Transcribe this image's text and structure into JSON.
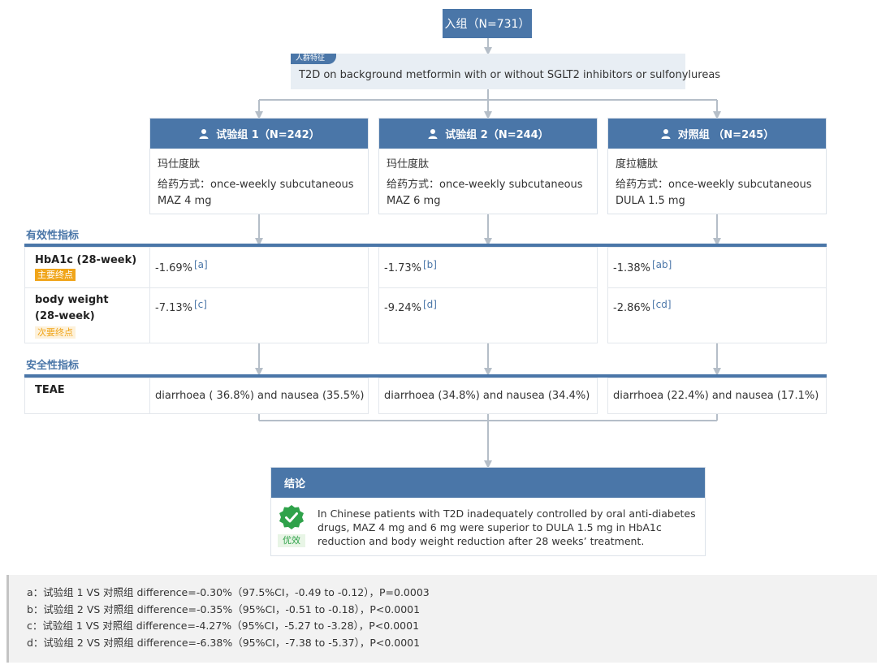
{
  "enroll": {
    "label": "入组（N=731）"
  },
  "population": {
    "tag": "人群特征",
    "text": "T2D on background metformin with or without SGLT2 inhibitors or sulfonylureas"
  },
  "arms": [
    {
      "title": "试验组 1（N=242）",
      "drug": "玛仕度肽",
      "route": "给药方式：once-weekly subcutaneous",
      "dose": "MAZ 4 mg"
    },
    {
      "title": "试验组 2（N=244）",
      "drug": "玛仕度肽",
      "route": "给药方式：once-weekly subcutaneous",
      "dose": "MAZ 6 mg"
    },
    {
      "title": "对照组 （N=245）",
      "drug": "度拉糖肽",
      "route": "给药方式：once-weekly subcutaneous",
      "dose": "DULA 1.5 mg"
    }
  ],
  "efficacy": {
    "title": "有效性指标",
    "rows": [
      {
        "label": "HbA1c (28-week)",
        "tag": "主要终点",
        "values": [
          {
            "v": "-1.69%",
            "n": "[a]"
          },
          {
            "v": "-1.73%",
            "n": "[b]"
          },
          {
            "v": "-1.38%",
            "n": "[ab]"
          }
        ]
      },
      {
        "label": "body weight (28-week)",
        "tag": "次要终点",
        "values": [
          {
            "v": "-7.13%",
            "n": "[c]"
          },
          {
            "v": "-9.24%",
            "n": "[d]"
          },
          {
            "v": "-2.86%",
            "n": "[cd]"
          }
        ]
      }
    ]
  },
  "safety": {
    "title": "安全性指标",
    "rows": [
      {
        "label": "TEAE",
        "values": [
          "diarrhoea ( 36.8%) and nausea (35.5%)",
          "diarrhoea (34.8%) and nausea (34.4%)",
          "diarrhoea (22.4%) and nausea (17.1%)"
        ]
      }
    ]
  },
  "conclusion": {
    "title": "结论",
    "badge": "优效",
    "text": "In Chinese patients with T2D inadequately controlled by oral anti-diabetes drugs, MAZ 4 mg and 6 mg were superior to DULA 1.5 mg in HbA1c reduction and body weight reduction after 28 weeks’ treatment."
  },
  "notes": [
    "a：试验组 1 VS 对照组 difference=-0.30%（97.5%CI，-0.49 to -0.12），P=0.0003",
    "b：试验组 2 VS 对照组 difference=-0.35%（95%CI，-0.51 to -0.18），P<0.0001",
    "c：试验组 1 VS 对照组 difference=-4.27%（95%CI，-5.27 to -3.28），P<0.0001",
    "d：试验组 2 VS 对照组 difference=-6.38%（95%CI，-7.38 to -5.37），P<0.0001"
  ],
  "colors": {
    "primary": "#4a76a8",
    "connector": "#b5bec8",
    "primary_tag": "#f0a51a",
    "success": "#2fa24a"
  }
}
